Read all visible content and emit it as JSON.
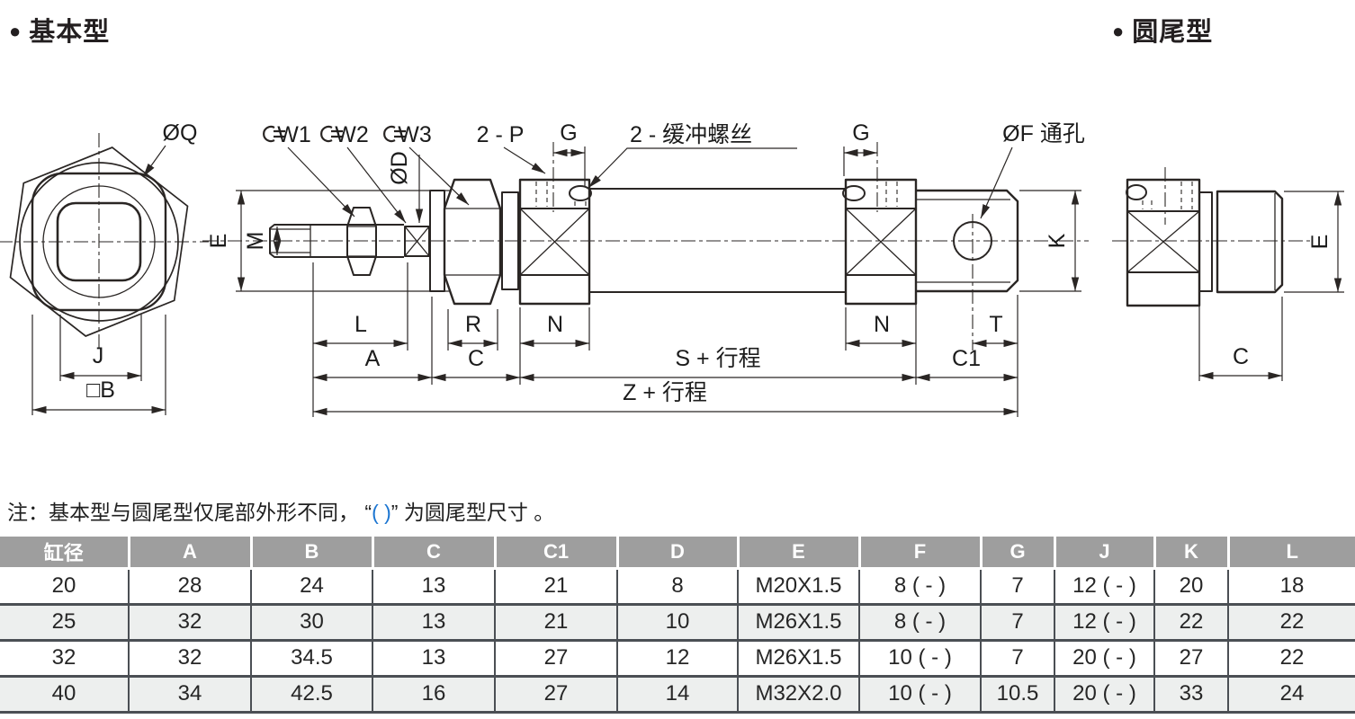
{
  "page": {
    "bullet": "●",
    "left_section_title": "基本型",
    "right_section_title": "圆尾型"
  },
  "drawing": {
    "front_view": {
      "oq": "ØQ",
      "j": "J",
      "b": "□B"
    },
    "labels": {
      "w1": "W1",
      "w2": "W2",
      "w3": "W3",
      "od": "ØD",
      "p": "2 - P",
      "g": "G",
      "cushion_screw": "2 - 缓冲螺丝",
      "f_hole": "ØF 通孔",
      "e": "E",
      "m": "M",
      "k": "K",
      "t": "T",
      "l": "L",
      "a": "A",
      "c": "C",
      "c1": "C1",
      "r": "R",
      "n": "N",
      "s_stroke": "S + 行程",
      "z_stroke": "Z + 行程"
    }
  },
  "note": {
    "prefix": "注：基本型与圆尾型仅尾部外形不同， “",
    "highlight": "( )",
    "suffix": "” 为圆尾型尺寸 。",
    "highlight_color": "#1b75d1"
  },
  "table": {
    "header_bg": "#9e9e9e",
    "border_color": "#4b4f54",
    "alt_row_bg": "#edefee",
    "headers": [
      "缸径",
      "A",
      "B",
      "C",
      "C1",
      "D",
      "E",
      "F",
      "G",
      "J",
      "K",
      "L"
    ],
    "rows": [
      [
        "20",
        "28",
        "24",
        "13",
        "21",
        "8",
        "M20X1.5",
        "8 ( - )",
        "7",
        "12 ( - )",
        "20",
        "18"
      ],
      [
        "25",
        "32",
        "30",
        "13",
        "21",
        "10",
        "M26X1.5",
        "8 ( - )",
        "7",
        "12 ( - )",
        "22",
        "22"
      ],
      [
        "32",
        "32",
        "34.5",
        "13",
        "27",
        "12",
        "M26X1.5",
        "10 ( - )",
        "7",
        "20 ( - )",
        "27",
        "22"
      ],
      [
        "40",
        "34",
        "42.5",
        "16",
        "27",
        "14",
        "M32X2.0",
        "10 ( - )",
        "10.5",
        "20 ( - )",
        "33",
        "24"
      ]
    ]
  }
}
